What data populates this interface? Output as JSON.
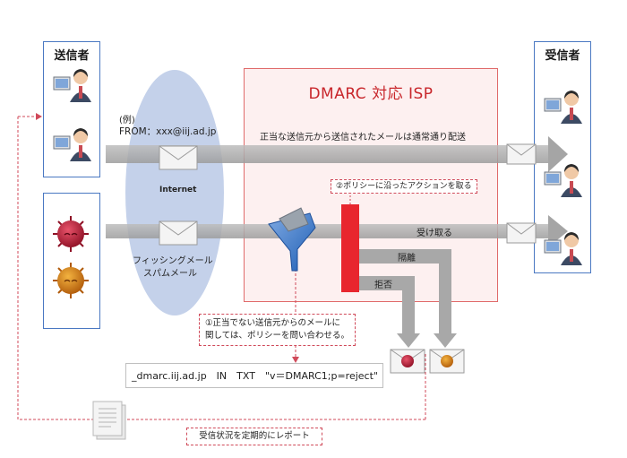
{
  "senders_title": "送信者",
  "receivers_title": "受信者",
  "isp_title": "DMARC 対応 ISP",
  "example_label": "(例)",
  "from_label": "FROM：xxx@iij.ad.jp",
  "internet_label": "Internet",
  "normal_delivery": "正当な送信元から送信されたメールは通常通り配送",
  "phishing_line1": "フィッシングメール",
  "phishing_line2": "スパムメール",
  "policy_action_note": "②ポリシーに沿ったアクションを取る",
  "accept_label": "受け取る",
  "quarantine_label": "隔離",
  "reject_label": "拒否",
  "query_note_line1": "①正当でない送信元からのメールに",
  "query_note_line2": "関しては、ポリシーを問い合わせる。",
  "dns_record": "_dmarc.iij.ad.jp　IN　TXT　\"v＝DMARC1;p=reject\"",
  "report_label": "受信状況を定期的にレポート",
  "colors": {
    "panel_border": "#4a78c2",
    "isp_border": "#e06a6a",
    "isp_fill": "#fdf0f0",
    "isp_title": "#c8262b",
    "internet": "#c4d1ea",
    "arrow_gray": "#a8a8a8",
    "policy_bar": "#e8262e",
    "dashed_red": "#d04a5a"
  },
  "icons": [
    "user-computer-icon",
    "envelope-icon",
    "virus-icon",
    "funnel-icon",
    "document-stack-icon"
  ]
}
